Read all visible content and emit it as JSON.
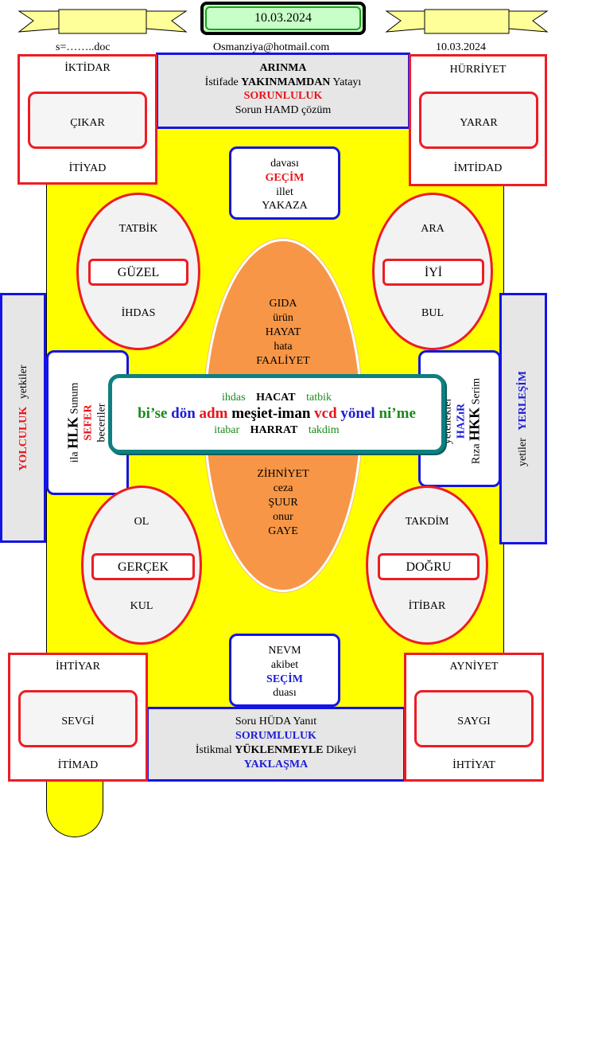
{
  "header": {
    "date_box": "10.03.2024",
    "file_label": "s=……..doc",
    "email": "Osmanziya@hotmail.com",
    "date_right": "10.03.2024"
  },
  "top_box": {
    "line1": "ARINMA",
    "line2_a": "İstifade",
    "line2_b": "YAKINMAMDAN",
    "line2_c": "Yatayı",
    "line3": "SORUNLULUK",
    "line4": "Sorun HAMD çözüm"
  },
  "bottom_box": {
    "line1": "Soru HÜDA Yanıt",
    "line2": "SORUMLULUK",
    "line3_a": "İstikmal",
    "line3_b": "YÜKLENMEYLE",
    "line3_c": "Dikeyi",
    "line4": "YAKLAŞMA"
  },
  "corners": {
    "top_left": {
      "top": "İKTİDAR",
      "center": "ÇIKAR",
      "bottom": "İTİYAD"
    },
    "top_right": {
      "top": "HÜRRİYET",
      "center": "YARAR",
      "bottom": "İMTİDAD"
    },
    "bottom_left": {
      "top": "İHTİYAR",
      "center": "SEVGİ",
      "bottom": "İTİMAD"
    },
    "bottom_right": {
      "top": "AYNİYET",
      "center": "SAYGI",
      "bottom": "İHTİYAT"
    }
  },
  "top_center_box": {
    "line1": "davası",
    "line2": "GEÇİM",
    "line3": "illet",
    "line4": "YAKAZA"
  },
  "bottom_center_box": {
    "line1": "NEVM",
    "line2": "akibet",
    "line3": "SEÇİM",
    "line4": "duası"
  },
  "ellipses": {
    "top_left": {
      "top": "TATBİK",
      "center": "GÜZEL",
      "bottom": "İHDAS"
    },
    "top_right": {
      "top": "ARA",
      "center": "İYİ",
      "bottom": "BUL"
    },
    "bottom_left": {
      "top": "OL",
      "center": "GERÇEK",
      "bottom": "KUL"
    },
    "bottom_right": {
      "top": "TAKDİM",
      "center": "DOĞRU",
      "bottom": "İTİBAR"
    }
  },
  "center_oval": {
    "top_lines": [
      "GIDA",
      "ürün",
      "HAYAT",
      "hata",
      "FAALİYET"
    ],
    "bottom_lines": [
      "ZİHNİYET",
      "ceza",
      "ŞUUR",
      "onur",
      "GAYE"
    ]
  },
  "center_box": {
    "row1": {
      "left": "ihdas",
      "mid": "HACAT",
      "right": "tatbik"
    },
    "row2": [
      "bi’se",
      "dön",
      "adm",
      "meşiet-iman",
      "vcd",
      "yönel",
      "ni’me"
    ],
    "row3": {
      "left": "itabar",
      "mid": "HARRAT",
      "right": "takdim"
    }
  },
  "side_left": {
    "outer_a": "YOLCULUK",
    "outer_b": "yetkiler"
  },
  "side_right": {
    "outer_a": "yetiler",
    "outer_b": "YERLEŞİM"
  },
  "mid_left": {
    "a": "ila",
    "b": "HLK",
    "c": "Sunum",
    "d": "SEFER",
    "e": "beceriler"
  },
  "mid_right": {
    "a": "yetenekler",
    "b": "HAZıR",
    "c": "Rıza",
    "d": "HKK",
    "e": "Serim"
  },
  "colors": {
    "yellow": "#ffff00",
    "orange": "#f79646",
    "red": "#ee1c24",
    "blue": "#1414e6",
    "teal": "#0e8080",
    "gray": "#e6e6e6"
  }
}
